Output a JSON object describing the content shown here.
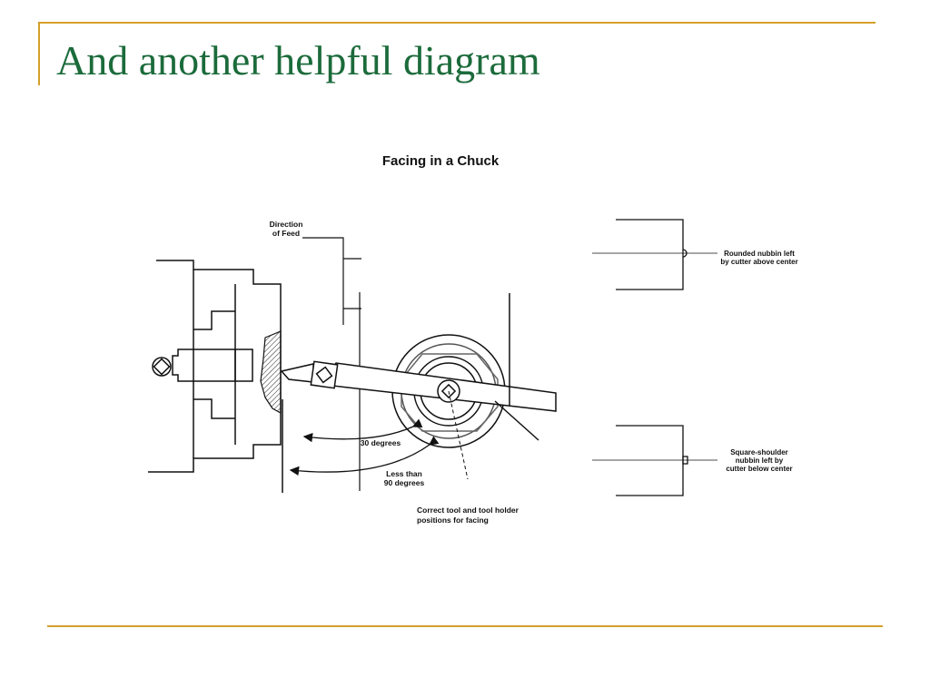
{
  "slide": {
    "title": "And another helpful diagram",
    "accent_color": "#d4a02a",
    "title_color": "#1c6b3b"
  },
  "diagram": {
    "title": "Facing in a Chuck",
    "direction_label_line1": "Direction",
    "direction_label_line2": "of Feed",
    "angle_30": "30 degrees",
    "angle_90_line1": "Less than",
    "angle_90_line2": "90 degrees",
    "caption_line1": "Correct tool and tool holder",
    "caption_line2": "positions for facing",
    "nubbin_rounded_line1": "Rounded nubbin left",
    "nubbin_rounded_line2": "by cutter above center",
    "nubbin_square_line1": "Square-shoulder",
    "nubbin_square_line2": "nubbin left by",
    "nubbin_square_line3": "cutter below center"
  }
}
